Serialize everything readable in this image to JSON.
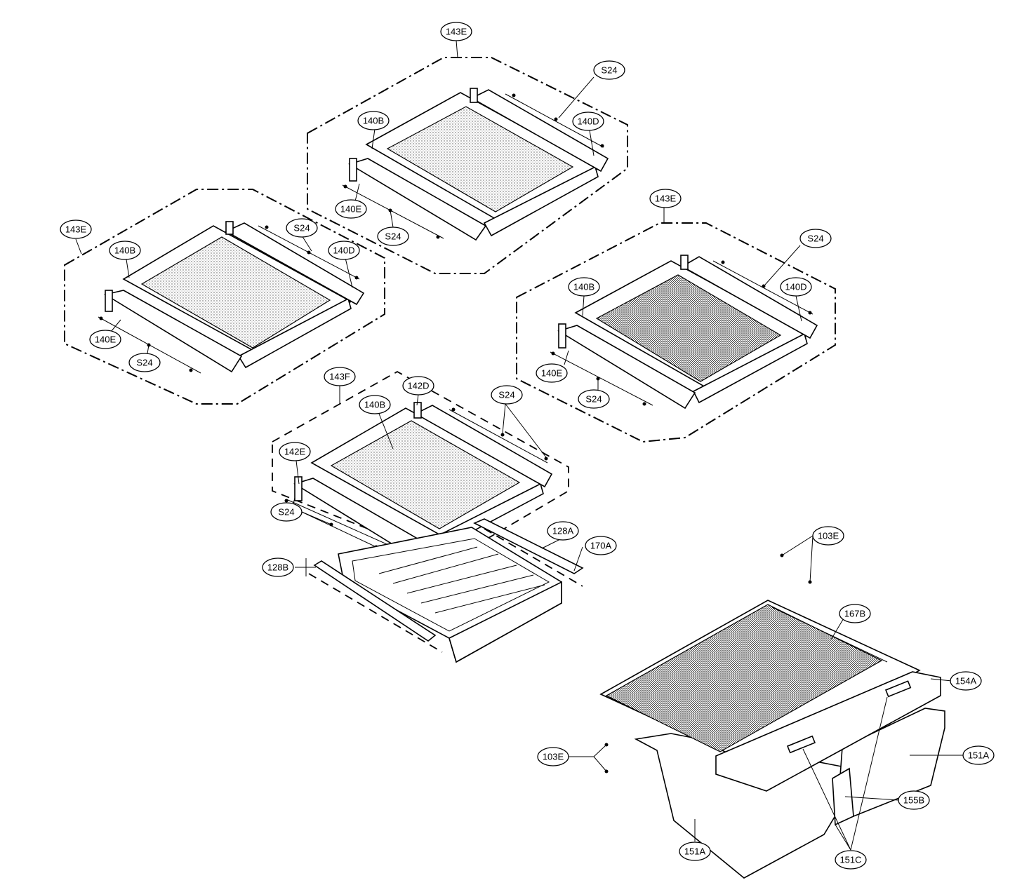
{
  "labels": {
    "s1_group": "143E",
    "s1_screws_top": "S24",
    "s1_frame": "140B",
    "s1_bracket_right": "140D",
    "s1_bracket_left": "140E",
    "s1_screws_bottom": "S24",
    "s2_group": "143E",
    "s2_screws_top": "S24",
    "s2_frame": "140B",
    "s2_bracket_right": "140D",
    "s2_bracket_left": "140E",
    "s2_screws_bottom": "S24",
    "s3_group": "143E",
    "s3_screws_top": "S24",
    "s3_frame": "140B",
    "s3_bracket_right": "140D",
    "s3_bracket_left": "140E",
    "s3_screws_bottom": "S24",
    "s4_group": "143F",
    "s4_bracket_right": "142D",
    "s4_frame": "140B",
    "s4_screws_top": "S24",
    "s4_bracket_left": "142E",
    "s4_screws_bottom": "S24",
    "rail_right": "128A",
    "rail_stop": "170A",
    "rail_left": "128B",
    "crisper_screws_top": "103E",
    "crisper_cover": "167B",
    "crisper_front": "154A",
    "crisper_screws_left": "103E",
    "drawer_right": "151A",
    "divider": "155B",
    "drawer_left": "151A",
    "drawer_clips": "151C"
  },
  "icons": {
    "part_label": "callout-oval-icon",
    "fastener": "screw-icon"
  }
}
